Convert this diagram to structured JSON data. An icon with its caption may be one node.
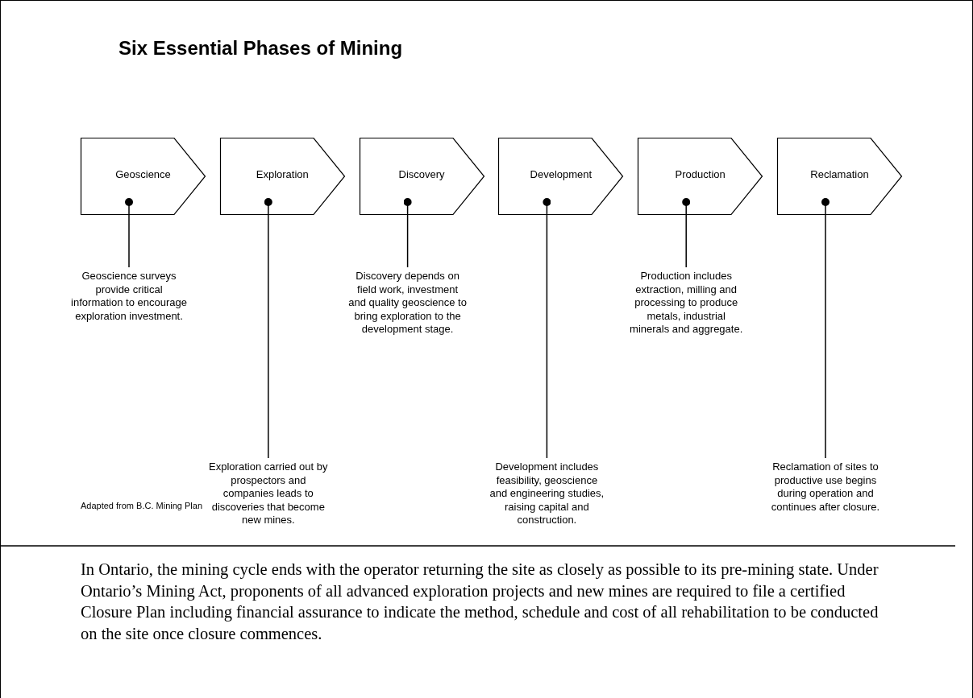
{
  "diagram": {
    "title": "Six Essential Phases of Mining",
    "caption": "In Ontario, the mining cycle ends with the operator returning the site as closely as possible to its pre-mining state.  Under Ontario’s Mining Act, proponents of all advanced exploration projects and new mines are required to file a certified Closure Plan including financial assurance to indicate the method, schedule and cost of all rehabilitation to be conducted on the site once closure commences.",
    "nodes": [
      {
        "text": [
          "Geoscience"
        ]
      },
      {
        "text": [
          "Exploration"
        ]
      },
      {
        "text": [
          "Discovery"
        ]
      },
      {
        "text": [
          "Development"
        ]
      },
      {
        "text": [
          "Production"
        ]
      },
      {
        "text": [
          "Reclamation"
        ]
      },
      {
        "text": [
          "Geoscience surveys provide critical information to encourage exploration investment."
        ]
      },
      {
        "text": [
          "Exploration carried out by prospectors and companies leads to discoveries that become new mines."
        ]
      },
      {
        "text": [
          "Discovery depends on field work, investment and quality geoscience to bring exploration to the development stage."
        ]
      },
      {
        "text": [
          "Development includes feasibility, geoscience and engineering studies, raising capital and construction."
        ]
      },
      {
        "text": [
          "Production includes extraction, milling and processing to produce metals, industrial minerals and aggregate."
        ]
      },
      {
        "text": [
          "Reclamation of sites to productive use begins during operation and continues after closure."
        ]
      }
    ],
    "edges": [
      {
        "from": 0,
        "to": 6,
        "arrow": "other"
      },
      {
        "from": 1,
        "to": 7,
        "arrow": "other"
      },
      {
        "from": 2,
        "to": 8,
        "arrow": "other"
      },
      {
        "from": 3,
        "to": 9,
        "arrow": "other"
      },
      {
        "from": 4,
        "to": 10,
        "arrow": "other"
      },
      {
        "from": 5,
        "to": 11,
        "arrow": "other"
      }
    ],
    "labels": [
      "Adapted from B.C. Mining Plan"
    ]
  }
}
